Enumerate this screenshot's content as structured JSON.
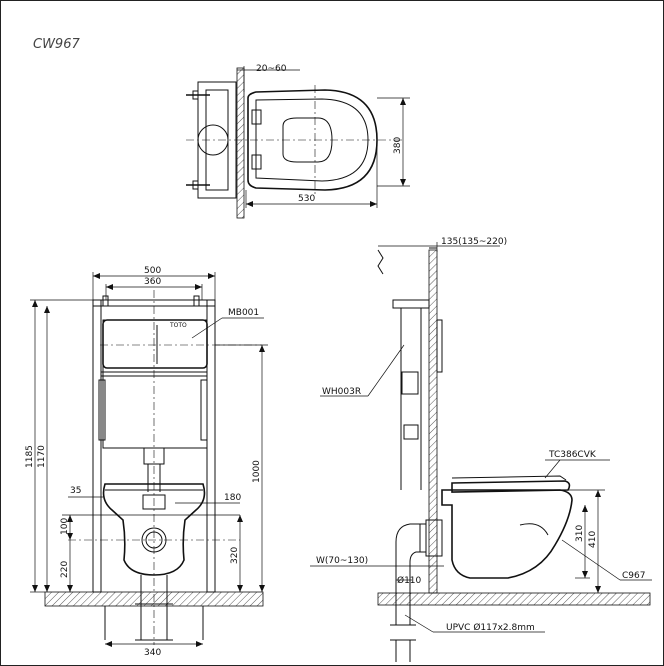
{
  "title": "CW967",
  "top_view": {
    "wall_gap": "20~60",
    "width": "380",
    "length": "530"
  },
  "front_view": {
    "frame_width": "500",
    "inner_width": "360",
    "height_total": "1185",
    "height_frame": "1170",
    "height_1000": "1000",
    "flush_plate": "MB001",
    "dim_35": "35",
    "dim_180": "180",
    "dim_100": "100",
    "dim_220": "220",
    "dim_320": "320",
    "dim_340": "340"
  },
  "side_view": {
    "wall_depth": "135(135~220)",
    "bracket": "WH003R",
    "seat_cover": "TC386CVK",
    "toilet": "C967",
    "height_310": "310",
    "height_410": "410",
    "waste_adjust": "W(70~130)",
    "pipe_dia": "Ø110",
    "pipe_spec": "UPVC Ø117x2.8mm"
  }
}
